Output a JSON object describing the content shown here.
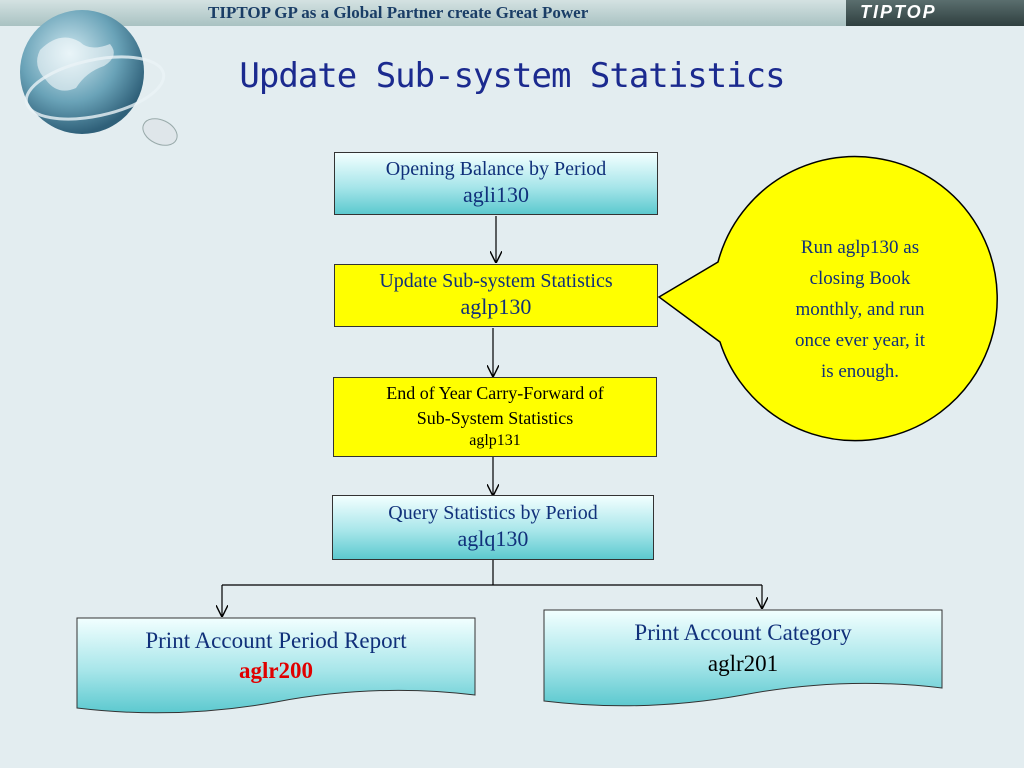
{
  "header": {
    "tagline": "TIPTOP GP as a Global Partner create Great Power",
    "brand": "TIPTOP"
  },
  "slide": {
    "title": "Update Sub-system Statistics"
  },
  "nodes": {
    "opening_balance": {
      "label": "Opening Balance by Period",
      "code": "agli130"
    },
    "update_stats": {
      "label": "Update Sub-system Statistics",
      "code": "aglp130"
    },
    "carry_forward": {
      "line1": "End of Year Carry-Forward of",
      "line2": "Sub-System Statistics",
      "code": "aglp131"
    },
    "query_stats": {
      "label": "Query Statistics by Period",
      "code": "aglq130"
    },
    "print_period": {
      "label": "Print Account Period Report",
      "code": "aglr200"
    },
    "print_category": {
      "label": "Print Account Category",
      "code": "aglr201"
    }
  },
  "callout": {
    "lines": [
      "Run aglp130 as",
      "closing Book",
      "monthly, and run",
      "once ever year, it",
      "is enough."
    ]
  },
  "colors": {
    "title": "#1b2a8f",
    "teal_node": "#a8e6ea",
    "yellow_node": "#ffff00",
    "red_code": "#e00000",
    "text": "#10307a"
  }
}
